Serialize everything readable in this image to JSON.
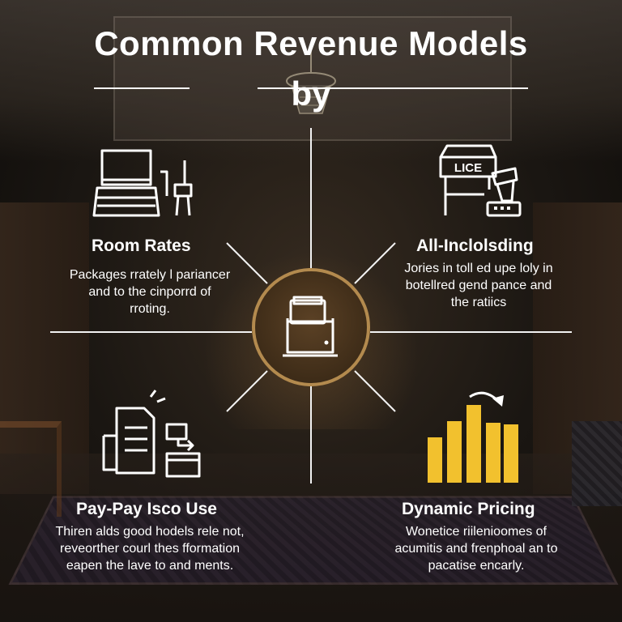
{
  "title": "Common Revenue Models",
  "subtitle": "by",
  "colors": {
    "line": "#f2f2f2",
    "center_fill": "#4a3420",
    "center_border": "#b38a4e",
    "bar_accent": "#f2c12e"
  },
  "center": {
    "icon": "open-box-icon"
  },
  "quadrants": [
    {
      "id": "room-rates",
      "icon": "hotel-desk-icon",
      "title": "Room Rates",
      "desc": [
        "Packages rrately l pariancer",
        "and to the cinporrd of",
        "rroting."
      ]
    },
    {
      "id": "all-inclusive",
      "icon": "storefront-sign-icon",
      "sign_text": "LICE",
      "title": "All-Inclolsdinɡ",
      "desc": [
        "Jories in toll ed upe loly in",
        "botellred gend pance and",
        "the ratiics"
      ]
    },
    {
      "id": "pay-per-use",
      "icon": "document-transfer-icon",
      "title": "Pay-Pay Isco Use",
      "desc": [
        "Thiren alds good hodels rele not,",
        "reveorther courl thes fformation",
        "eapen the lave to and ments."
      ]
    },
    {
      "id": "dynamic-pricing",
      "icon": "bar-chart-arrow-icon",
      "title": "Dynamic Pricing",
      "desc": [
        "Wonetice riilenioomes of",
        "acumitis and frenphoal an to",
        "pacatise encarly."
      ]
    }
  ]
}
